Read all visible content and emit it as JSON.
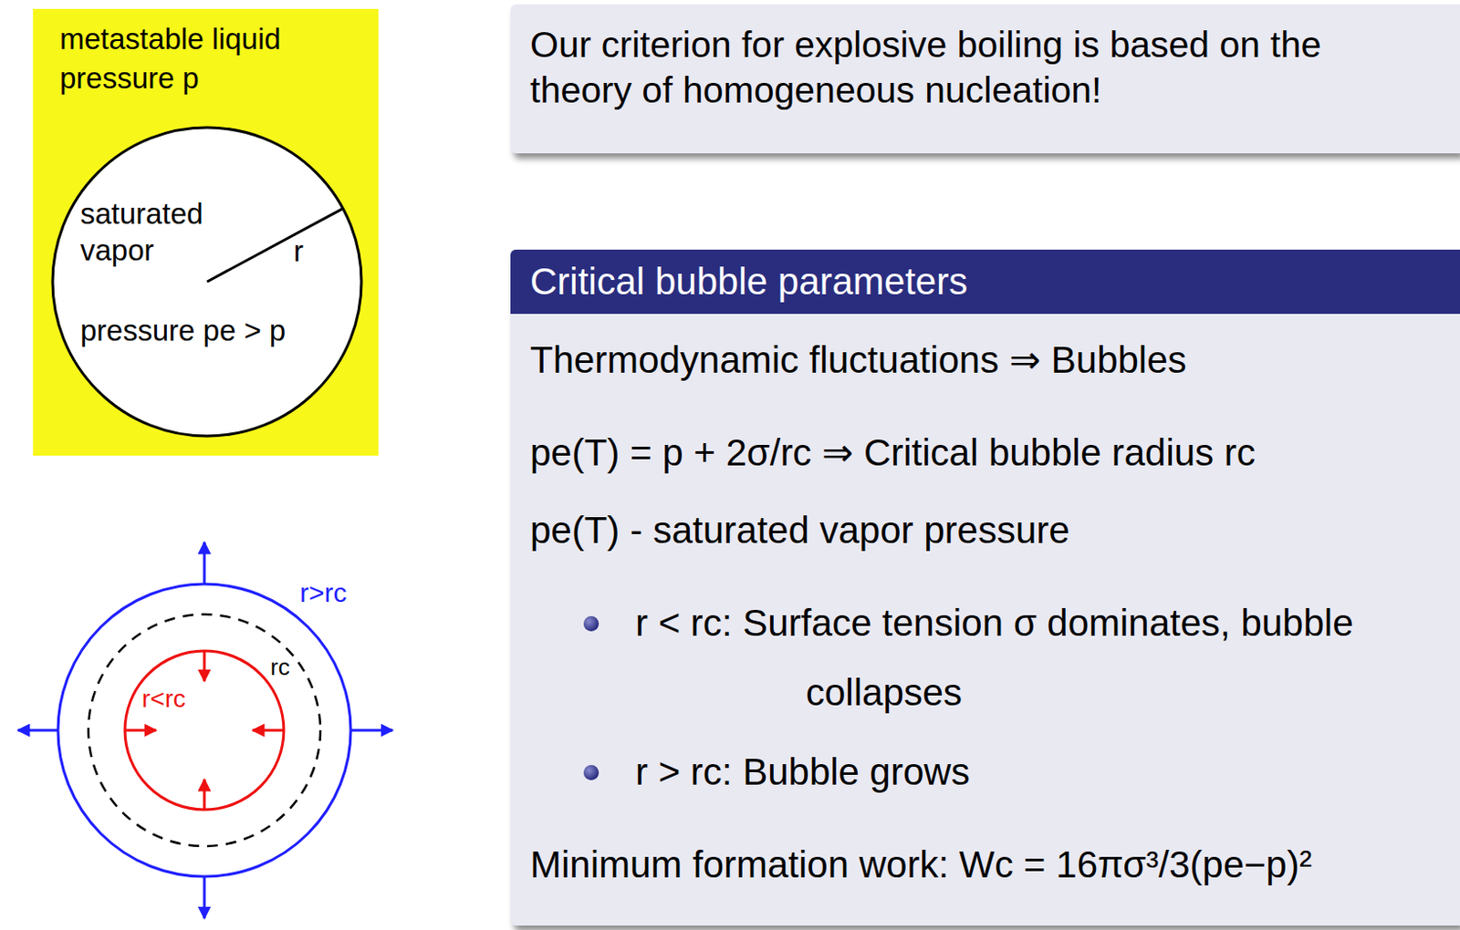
{
  "diagram": {
    "nodes": [
      {
        "text": [
          "metastable liquid pressure p"
        ]
      },
      {
        "text": [
          "saturated vapor",
          "r",
          "pressure pe > p"
        ],
        "in": 0
      },
      {
        "text": [
          "Our criterion for explosive boiling is based on the theory of homogeneous nucleation!"
        ]
      },
      {
        "text": [
          "Critical bubble parameters",
          "Thermodynamic fluctuations ⇒ Bubbles",
          "pe(T) = p + 2σ/rc ⇒ Critical bubble radius rc",
          "pe(T) - saturated vapor pressure",
          "r < rc: Surface tension σ dominates, bubble collapses",
          "r > rc: Bubble grows",
          "Minimum formation work: Wc = 16πσ³/3(pe−p)²"
        ]
      }
    ],
    "edges": [],
    "labels": [
      "r>rc",
      "r<rc",
      "rc"
    ]
  }
}
